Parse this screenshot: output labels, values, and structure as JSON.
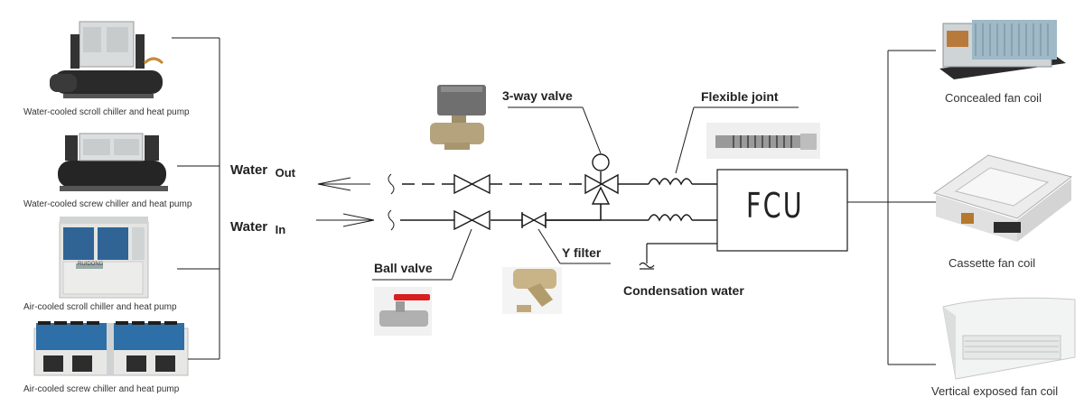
{
  "left_units": [
    {
      "caption": "Water-cooled scroll chiller and heat pump"
    },
    {
      "caption": "Water-cooled screw chiller and heat pump"
    },
    {
      "caption": "Air-cooled scroll chiller and heat pump"
    },
    {
      "caption": "Air-cooled screw chiller and heat pump"
    }
  ],
  "water_out": {
    "word": "Water",
    "sub": "Out"
  },
  "water_in": {
    "word": "Water",
    "sub": "In"
  },
  "components": {
    "three_way_valve": "3-way valve",
    "flexible_joint": "Flexible joint",
    "ball_valve": "Ball valve",
    "y_filter": "Y filter",
    "condensation_water": "Condensation water",
    "fcu": "FCU"
  },
  "right_units": [
    {
      "caption": "Concealed fan coil"
    },
    {
      "caption": "Cassette fan coil"
    },
    {
      "caption": "Vertical exposed fan coil"
    }
  ],
  "brand_badge": "RUIDONG",
  "colors": {
    "line": "#1a1a1a",
    "panel": "#e3e5e6",
    "dark_pipe": "#2b2b2b",
    "fan_blue": "#2e6fa8"
  }
}
